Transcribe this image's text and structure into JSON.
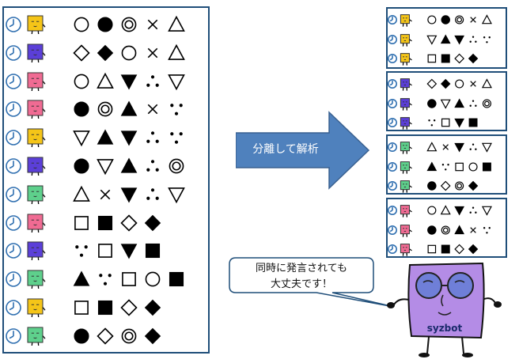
{
  "arrow": {
    "label": "分離して解析"
  },
  "bubble": {
    "line1": "同時に発言されても",
    "line2": "大丈夫です！"
  },
  "robot": {
    "name": "syzbot"
  },
  "colors": {
    "yellow": "#f5c518",
    "blue": "#5b3fd8",
    "pink": "#f06b93",
    "green": "#5ed08c",
    "panel_border": "#1f4e79",
    "arrow": "#4f81bd",
    "robot_body": "#b48ce6"
  },
  "left_rows": [
    {
      "avatar": "yellow",
      "symbols": [
        "circle-open",
        "circle-filled",
        "double-circle",
        "cross",
        "triangle-open"
      ]
    },
    {
      "avatar": "blue",
      "symbols": [
        "diamond-open",
        "diamond-filled",
        "circle-open",
        "cross",
        "triangle-open"
      ]
    },
    {
      "avatar": "pink",
      "symbols": [
        "circle-open",
        "triangle-open",
        "triangle-down-filled",
        "dots-therefore",
        "triangle-down-open"
      ]
    },
    {
      "avatar": "pink",
      "symbols": [
        "circle-filled",
        "double-circle",
        "triangle-filled",
        "cross",
        "dots-because"
      ]
    },
    {
      "avatar": "yellow",
      "symbols": [
        "triangle-down-open",
        "triangle-filled",
        "triangle-down-filled",
        "dots-therefore",
        "dots-because"
      ]
    },
    {
      "avatar": "blue",
      "symbols": [
        "circle-filled",
        "triangle-down-open",
        "triangle-filled",
        "dots-therefore",
        "double-circle"
      ]
    },
    {
      "avatar": "green",
      "symbols": [
        "triangle-open",
        "cross",
        "triangle-down-filled",
        "dots-therefore",
        "triangle-down-open"
      ]
    },
    {
      "avatar": "pink",
      "symbols": [
        "square-open",
        "square-filled",
        "diamond-open",
        "diamond-filled"
      ]
    },
    {
      "avatar": "blue",
      "symbols": [
        "dots-because",
        "square-open",
        "triangle-down-filled",
        "square-filled"
      ]
    },
    {
      "avatar": "green",
      "symbols": [
        "triangle-filled",
        "dots-because",
        "square-open",
        "circle-open",
        "square-filled"
      ]
    },
    {
      "avatar": "yellow",
      "symbols": [
        "square-open",
        "square-filled",
        "diamond-open",
        "diamond-filled"
      ]
    },
    {
      "avatar": "green",
      "symbols": [
        "circle-filled",
        "diamond-open",
        "double-circle",
        "diamond-filled"
      ]
    }
  ],
  "right_groups": [
    {
      "color": "yellow",
      "rows": [
        [
          "circle-open",
          "circle-filled",
          "double-circle",
          "cross",
          "triangle-open"
        ],
        [
          "triangle-down-open",
          "triangle-filled",
          "triangle-down-filled",
          "dots-therefore",
          "dots-because"
        ],
        [
          "square-open",
          "square-filled",
          "diamond-open",
          "diamond-filled"
        ]
      ]
    },
    {
      "color": "blue",
      "rows": [
        [
          "diamond-open",
          "diamond-filled",
          "circle-open",
          "cross",
          "triangle-open"
        ],
        [
          "circle-filled",
          "triangle-down-open",
          "triangle-filled",
          "dots-therefore",
          "double-circle"
        ],
        [
          "dots-because",
          "square-open",
          "triangle-down-filled",
          "square-filled"
        ]
      ]
    },
    {
      "color": "green",
      "rows": [
        [
          "triangle-open",
          "cross",
          "triangle-down-filled",
          "dots-therefore",
          "triangle-down-open"
        ],
        [
          "triangle-filled",
          "dots-because",
          "square-open",
          "circle-open",
          "square-filled"
        ],
        [
          "circle-filled",
          "diamond-open",
          "double-circle",
          "diamond-filled"
        ]
      ]
    },
    {
      "color": "pink",
      "rows": [
        [
          "circle-open",
          "triangle-open",
          "triangle-down-filled",
          "dots-therefore",
          "triangle-down-open"
        ],
        [
          "circle-filled",
          "double-circle",
          "triangle-filled",
          "cross",
          "dots-because"
        ],
        [
          "square-open",
          "square-filled",
          "diamond-open",
          "diamond-filled"
        ]
      ]
    }
  ]
}
